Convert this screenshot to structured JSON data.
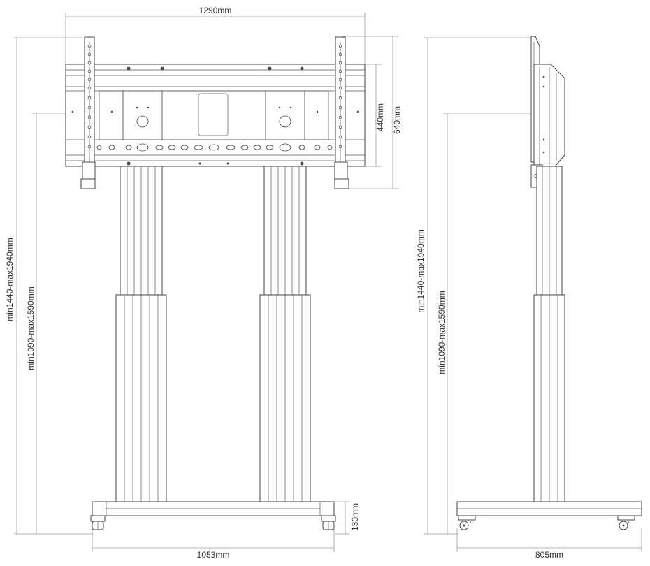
{
  "dimensions": {
    "front_width": "1290mm",
    "plate_height_440": "440mm",
    "plate_height_640": "640mm",
    "total_height_front": "min1440-max1940mm",
    "center_height_front": "min1090-max1590mm",
    "base_width": "1053mm",
    "base_height": "130mm",
    "total_height_side": "min1440-max1940mm",
    "center_height_side": "min1090-max1590mm",
    "base_depth": "805mm"
  },
  "colors": {
    "line": "#444444",
    "dimension_line": "#9a9a9a",
    "background": "#ffffff"
  }
}
